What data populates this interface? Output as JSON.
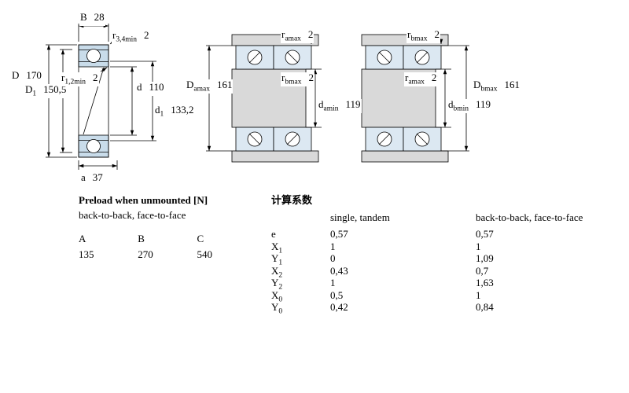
{
  "colors": {
    "bearing_fill": "#c9dcea",
    "arrangement_bearing_fill": "#dce8f2",
    "section_gray": "#d9d9d9",
    "line": "#000000",
    "background": "#ffffff"
  },
  "drawing": {
    "left_view": {
      "B": {
        "main": "B",
        "sub": "",
        "value": "28"
      },
      "r34": {
        "main": "r",
        "sub": "3,4min",
        "value": "2"
      },
      "D": {
        "main": "D",
        "sub": "",
        "value": "170"
      },
      "D1": {
        "main": "D",
        "sub": "1",
        "value": "150,5"
      },
      "r12": {
        "main": "r",
        "sub": "1,2min",
        "value": "2"
      },
      "d": {
        "main": "d",
        "sub": "",
        "value": "110"
      },
      "d1": {
        "main": "d",
        "sub": "1",
        "value": "133,2"
      },
      "a": {
        "main": "a",
        "sub": "",
        "value": "37"
      }
    },
    "arrangement1": {
      "ramax": {
        "main": "r",
        "sub": "amax",
        "value": "2"
      },
      "Damax": {
        "main": "D",
        "sub": "amax",
        "value": "161"
      },
      "rbmax": {
        "main": "r",
        "sub": "bmax",
        "value": "2"
      },
      "damin": {
        "main": "d",
        "sub": "amin",
        "value": "119"
      }
    },
    "arrangement2": {
      "rbmax": {
        "main": "r",
        "sub": "bmax",
        "value": "2"
      },
      "ramax": {
        "main": "r",
        "sub": "amax",
        "value": "2"
      },
      "Dbmax": {
        "main": "D",
        "sub": "bmax",
        "value": "161"
      },
      "dbmin": {
        "main": "d",
        "sub": "bmin",
        "value": "119"
      }
    }
  },
  "preload_table": {
    "title": "Preload when unmounted [N]",
    "subtitle": "back-to-back, face-to-face",
    "columns": [
      "A",
      "B",
      "C"
    ],
    "values": [
      "135",
      "270",
      "540"
    ]
  },
  "factors_table": {
    "title": "计算系数",
    "col_single_tandem": "single, tandem",
    "col_back_to_back": "back-to-back, face-to-face",
    "rows": [
      {
        "main": "e",
        "sub": "",
        "single_tandem": "0,57",
        "back_to_back": "0,57"
      },
      {
        "main": "X",
        "sub": "1",
        "single_tandem": "1",
        "back_to_back": "1"
      },
      {
        "main": "Y",
        "sub": "1",
        "single_tandem": "0",
        "back_to_back": "1,09"
      },
      {
        "main": "X",
        "sub": "2",
        "single_tandem": "0,43",
        "back_to_back": "0,7"
      },
      {
        "main": "Y",
        "sub": "2",
        "single_tandem": "1",
        "back_to_back": "1,63"
      },
      {
        "main": "X",
        "sub": "0",
        "single_tandem": "0,5",
        "back_to_back": "1"
      },
      {
        "main": "Y",
        "sub": "0",
        "single_tandem": "0,42",
        "back_to_back": "0,84"
      }
    ]
  }
}
